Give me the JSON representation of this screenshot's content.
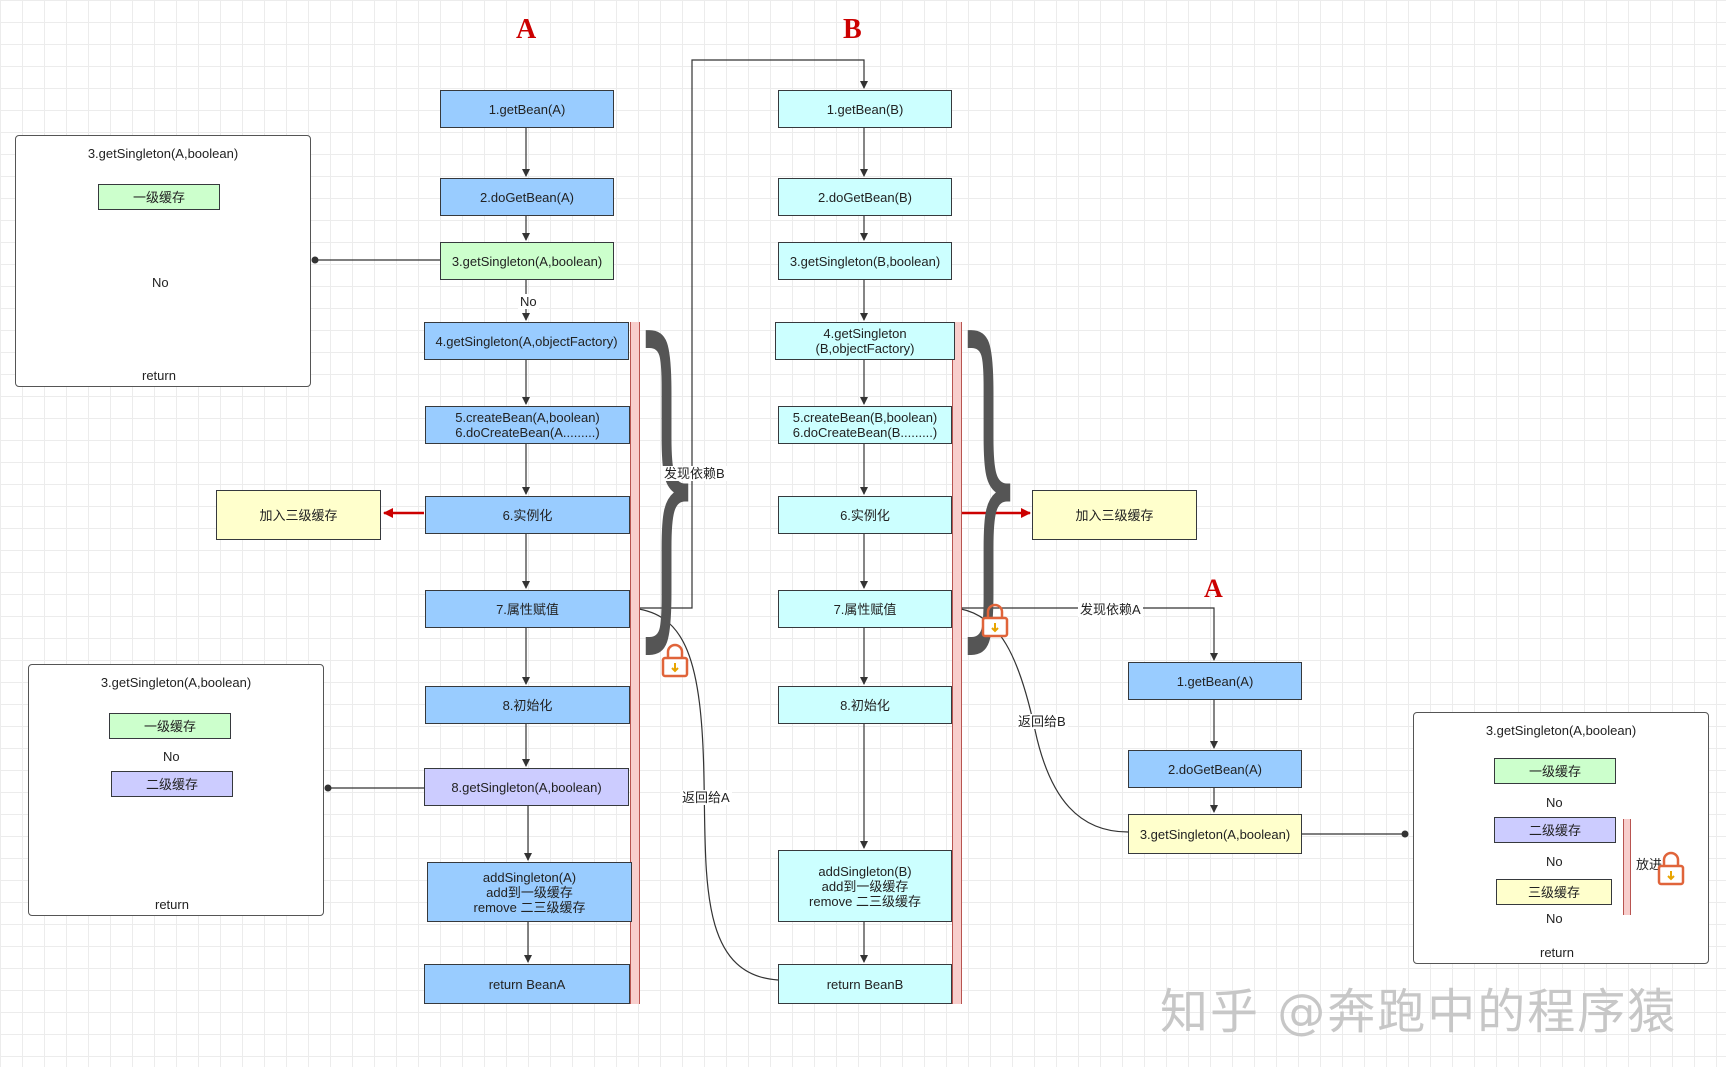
{
  "headings": {
    "a": "A",
    "b": "B",
    "a2": "A"
  },
  "colA": {
    "n1": "1.getBean(A)",
    "n2": "2.doGetBean(A)",
    "n3": "3.getSingleton(A,boolean)",
    "n4": "4.getSingleton(A,objectFactory)",
    "n5": "5.createBean(A,boolean)\n6.doCreateBean(A.........)",
    "n6": "6.实例化",
    "n7": "7.属性赋值",
    "n8": "8.初始化",
    "n9": "8.getSingleton(A,boolean)",
    "n10": "addSingleton(A)\nadd到一级缓存\nremove 二三级缓存",
    "n11": "return BeanA"
  },
  "colB": {
    "n1": "1.getBean(B)",
    "n2": "2.doGetBean(B)",
    "n3": "3.getSingleton(B,boolean)",
    "n4": "4.getSingleton\n(B,objectFactory)",
    "n5": "5.createBean(B,boolean)\n6.doCreateBean(B.........)",
    "n6": "6.实例化",
    "n7": "7.属性赋值",
    "n8": "8.初始化",
    "n10": "addSingleton(B)\nadd到一级缓存\nremove 二三级缓存",
    "n11": "return BeanB"
  },
  "colA2": {
    "n1": "1.getBean(A)",
    "n2": "2.doGetBean(A)",
    "n3": "3.getSingleton(A,boolean)"
  },
  "cacheAddA": "加入三级缓存",
  "cacheAddB": "加入三级缓存",
  "panel1": {
    "title": "3.getSingleton(A,boolean)",
    "l1": "一级缓存",
    "no": "No",
    "ret": "return"
  },
  "panel2": {
    "title": "3.getSingleton(A,boolean)",
    "l1": "一级缓存",
    "no": "No",
    "l2": "二级缓存",
    "ret": "return"
  },
  "panel3": {
    "title": "3.getSingleton(A,boolean)",
    "l1": "一级缓存",
    "no1": "No",
    "l2": "二级缓存",
    "no2": "No",
    "l3": "三级缓存",
    "no3": "No",
    "put": "放进",
    "ret": "return"
  },
  "labels": {
    "noA": "No",
    "findDepB": "发现依赖B",
    "findDepA": "发现依赖A",
    "returnToA": "返回给A",
    "returnToB": "返回给B"
  },
  "watermark": "知乎 @奔跑中的程序猿",
  "colors": {
    "blue": "#99ccff",
    "cyan": "#ccffff",
    "green": "#ccffcc",
    "yellow": "#ffffcc",
    "purple": "#ccccff",
    "red": "#cc0000",
    "bar": "#f8cecc"
  }
}
